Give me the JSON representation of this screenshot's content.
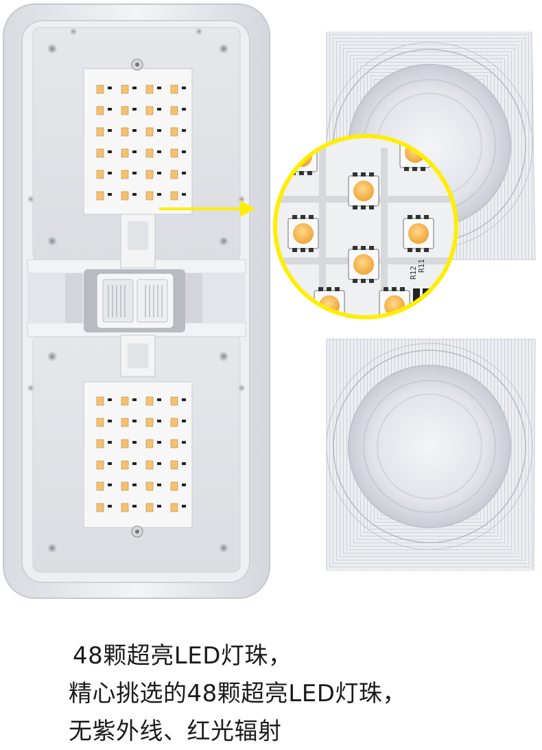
{
  "caption": {
    "line1": "48颗超亮LED灯珠，",
    "line2": "精心挑选的48颗超亮LED灯珠，",
    "line3": "无紫外线、红光辐射"
  },
  "magnifier": {
    "label_r12": "R12",
    "label_r11": "R11"
  },
  "colors": {
    "led_warm": "#f6b24a",
    "highlight": "#ffee00",
    "housing": "#e9eaee"
  }
}
